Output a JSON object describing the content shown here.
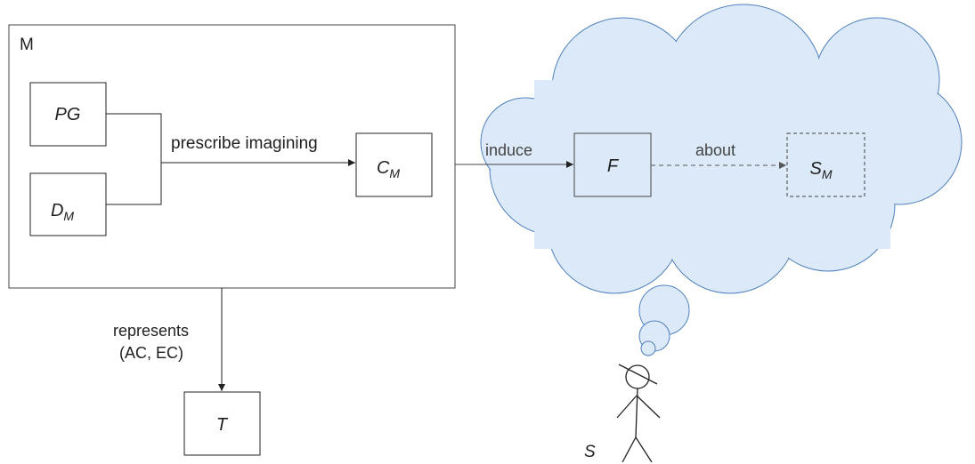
{
  "model": {
    "label": "M",
    "boxes": {
      "pg": {
        "main": "PG",
        "sub": ""
      },
      "dm": {
        "main": "D",
        "sub": "M"
      },
      "cm": {
        "main": "C",
        "sub": "M"
      },
      "t": {
        "main": "T",
        "sub": ""
      }
    },
    "prescribe_label": "prescribe imagining",
    "represents_label_line1": "represents",
    "represents_label_line2": "(AC, EC)"
  },
  "thought": {
    "induce_label": "induce",
    "about_label": "about",
    "f_box": {
      "main": "F",
      "sub": ""
    },
    "sm_box": {
      "main": "S",
      "sub": "M"
    }
  },
  "subject": {
    "label": "S"
  },
  "colors": {
    "cloud_fill": "#dce9f8",
    "cloud_stroke": "#4f81bd",
    "line": "#222222",
    "dashed": "#555555"
  }
}
